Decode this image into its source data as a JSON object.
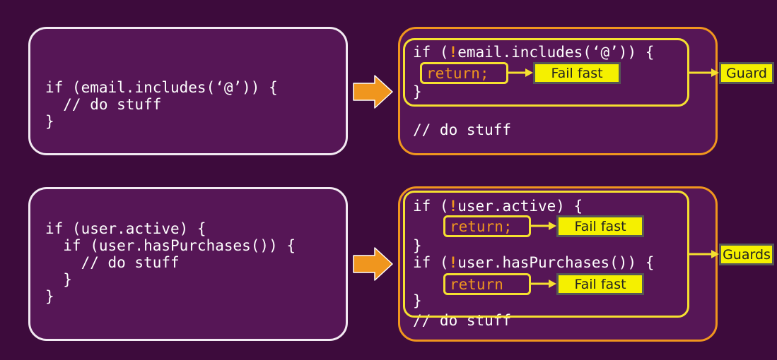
{
  "top": {
    "before": {
      "line1": "if (email.includes(‘@’)) {",
      "line2": "  // do stuff",
      "line3": "}"
    },
    "after": {
      "if_prefix": "if (",
      "bang": "!",
      "if_rest": "email.includes(‘@’)) {",
      "return_text": "return;",
      "close": "}",
      "tail": "// do stuff",
      "fail_label": "Fail fast",
      "guard_label": "Guard"
    }
  },
  "bottom": {
    "before": {
      "line1": "if (user.active) {",
      "line2": "  if (user.hasPurchases()) {",
      "line3": "    // do stuff",
      "line4": "  }",
      "line5": "}"
    },
    "after": {
      "if1_prefix": "if (",
      "bang1": "!",
      "if1_rest": "user.active) {",
      "return1": "return;",
      "close1": "}",
      "if2_prefix": "if (",
      "bang2": "!",
      "if2_rest": "user.hasPurchases()) {",
      "return2": "return",
      "close2": "}",
      "tail": "// do stuff",
      "fail1_label": "Fail fast",
      "fail2_label": "Fail fast",
      "guards_label": "Guards"
    }
  },
  "colors": {
    "background": "#3d0b3c",
    "box_fill": "#561656",
    "orange": "#f0961e",
    "yellow": "#f5e030",
    "label_fill": "#f5f000"
  }
}
